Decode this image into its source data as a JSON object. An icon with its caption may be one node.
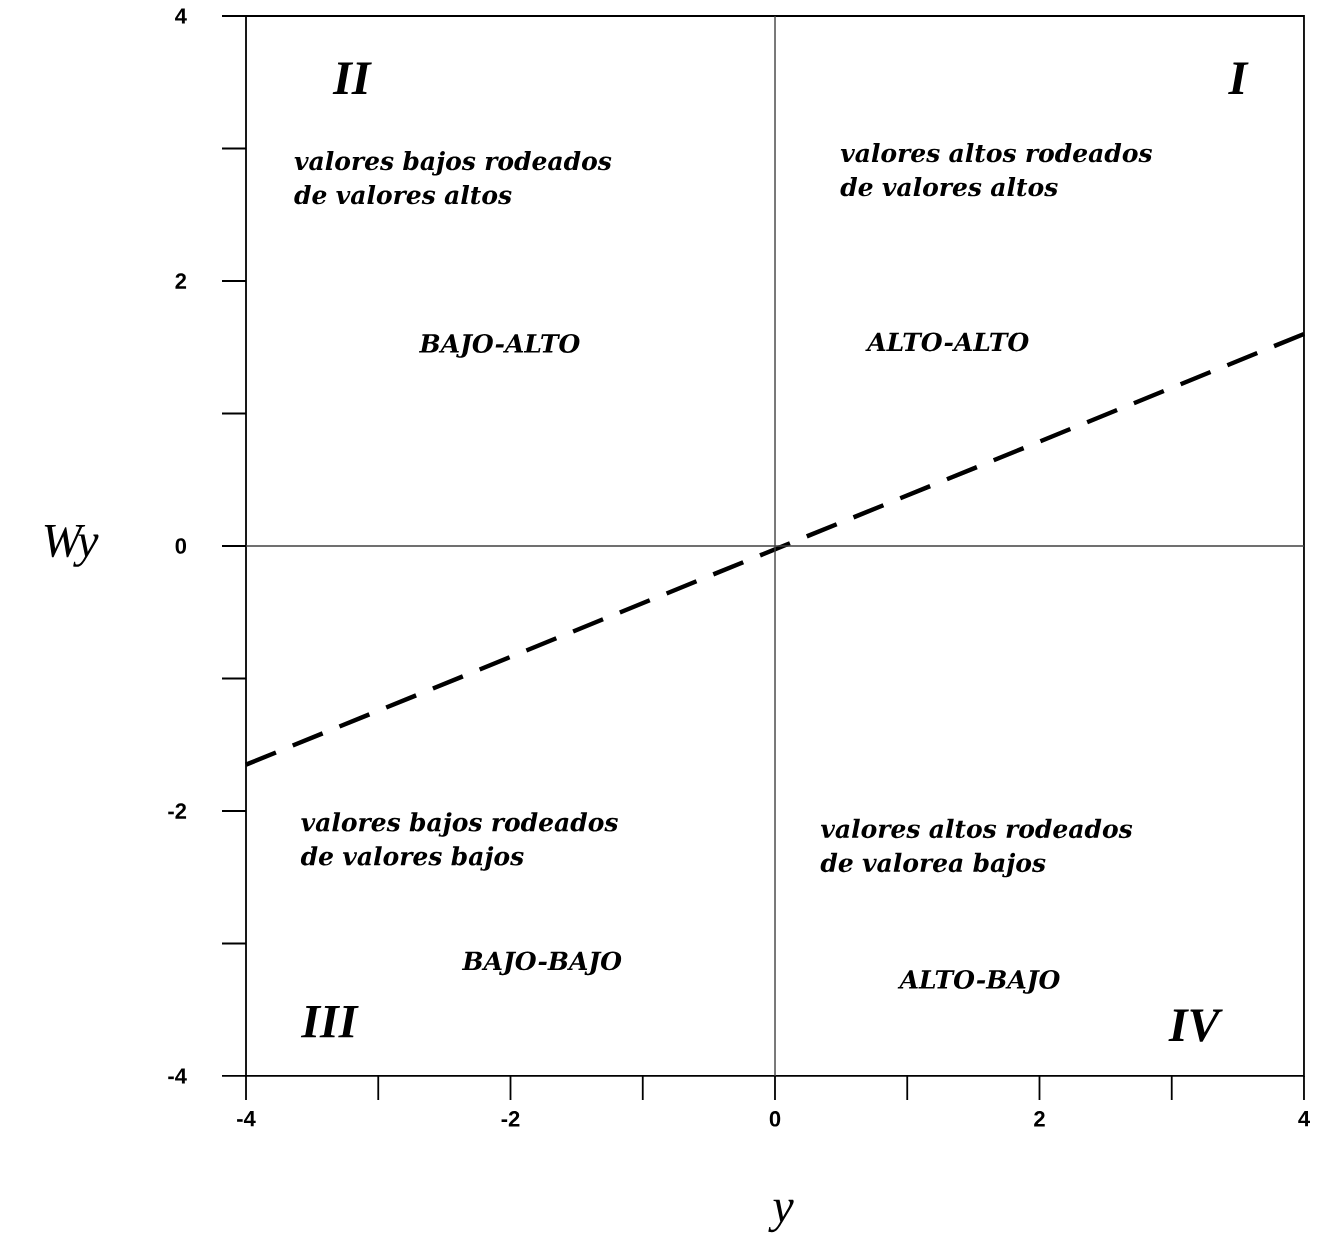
{
  "diagram": {
    "labels": [
      "II",
      "I",
      "valores bajos rodeados de valores altos",
      "valores altos rodeados de valores altos",
      "BAJO-ALTO",
      "ALTO-ALTO",
      "valores bajos rodeados de valores bajos",
      "valores altos rodeados de valorea bajos",
      "BAJO-BAJO",
      "ALTO-BAJO",
      "III",
      "IV"
    ],
    "chart_data": {
      "type": "line",
      "xlabel": "y",
      "ylabel": "Wy",
      "x": [
        -4,
        4
      ],
      "series": [
        {
          "color": "#000000",
          "line_style": "dashed",
          "values": [
            -1.65,
            1.6
          ]
        }
      ],
      "xlim": [
        -4,
        4
      ],
      "ylim": [
        -4,
        4
      ],
      "xticks": [
        {
          "value": -4,
          "label": "-4"
        },
        {
          "value": -2,
          "label": "-2"
        },
        {
          "value": 0,
          "label": "0"
        },
        {
          "value": 2,
          "label": "2"
        },
        {
          "value": 4,
          "label": "4"
        }
      ],
      "yticks": [
        {
          "value": -4,
          "label": "-4"
        },
        {
          "value": -2,
          "label": "-2"
        },
        {
          "value": 0,
          "label": "0"
        },
        {
          "value": 2,
          "label": "2"
        },
        {
          "value": 4,
          "label": "4"
        }
      ]
    }
  }
}
